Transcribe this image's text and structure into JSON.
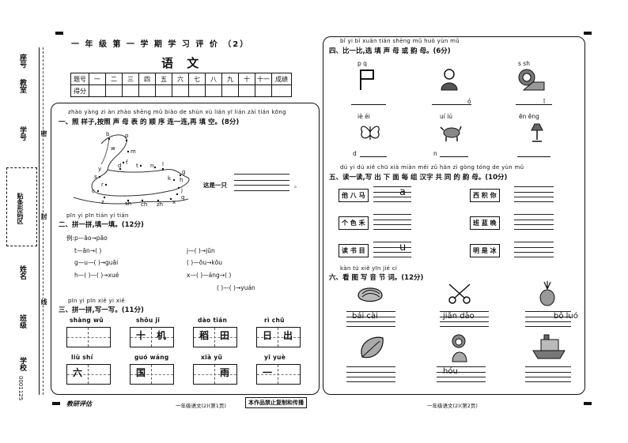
{
  "header": {
    "title": "一 年 级 第 一 学 期 学 习 评 价 （2）",
    "subject": "语 文"
  },
  "side_labels": [
    "座号",
    "教室",
    "学号",
    "班级",
    "姓名",
    "学校"
  ],
  "side_box_label": "贴条形码区",
  "side_code": "0001125",
  "seal_chars": [
    "密",
    "封",
    "线"
  ],
  "score_table": {
    "row1": [
      "题号",
      "一",
      "二",
      "三",
      "四",
      "五",
      "六",
      "七",
      "八",
      "九",
      "十",
      "十一",
      "成绩"
    ],
    "row2_label": "得分"
  },
  "q1": {
    "pinyin": "zhào yàng zi  àn zhào shēng mǔ biǎo de shùn xù lián yī lián zài tián kōng",
    "title": "一、照 样子,按照  声  母 表 的 顺 序 连一连,再 填  空。(8分)",
    "letters": [
      "b",
      "p",
      "m",
      "f",
      "d",
      "t",
      "n",
      "l",
      "g",
      "k",
      "h",
      "j",
      "q",
      "x",
      "z",
      "c",
      "s",
      "zh",
      "ch",
      "sh",
      "r",
      "y",
      "w"
    ],
    "fill_text": "这是一只",
    "end": "。"
  },
  "q2": {
    "pinyin": "pīn yi pīn tián yi tián",
    "title": "二、拼一拼,填一填。(12分)",
    "example": "例:p—āo→pāo",
    "rows": [
      [
        "t—ān→(          )",
        "j—(      )→jūn"
      ],
      [
        "g—u—(      )→guāi",
        "(      )—ōu→kōu"
      ],
      [
        "h—(      )—(      )→xué",
        "x—(      )—áng→(          )"
      ],
      [
        "",
        "(      )—(      )→yuán"
      ]
    ]
  },
  "q3": {
    "pinyin": "pīn yi pīn  xiě yi xiě",
    "title": "三、拼一拼,写一写。(11分)",
    "row1": [
      {
        "py": "shàng  wǔ",
        "chars": [
          "",
          ""
        ]
      },
      {
        "py": "shǒu  jī",
        "chars": [
          "十",
          "机"
        ]
      },
      {
        "py": "dào  tián",
        "chars": [
          "稻",
          "田"
        ]
      },
      {
        "py": "rì  chū",
        "chars": [
          "日",
          "出"
        ]
      }
    ],
    "row2": [
      {
        "py": "liù  shí",
        "chars": [
          "六",
          ""
        ]
      },
      {
        "py": "guó  wáng",
        "chars": [
          "国",
          ""
        ]
      },
      {
        "py": "xià  yǔ",
        "chars": [
          "",
          "雨"
        ]
      },
      {
        "py": "yī  yuè",
        "chars": [
          "一",
          ""
        ]
      }
    ]
  },
  "q4": {
    "pinyin": "bǐ yi bǐ  xuǎn tián shēng mǔ huò yùn mǔ",
    "title": "四、比一比,选 填  声  母 或 韵 母。(6分)",
    "pairs": [
      {
        "opts": "p      q",
        "blank_hint": ""
      },
      {
        "opts": "",
        "blank_hint": "ó"
      },
      {
        "opts": "s      sh",
        "blank_hint": "ī"
      },
      {
        "opts": "iè      éi",
        "blank_hint": "d"
      },
      {
        "opts": "uí      iú",
        "blank_hint": "n"
      },
      {
        "opts": "ēn      ēng",
        "blank_hint": ""
      }
    ]
  },
  "q5": {
    "pinyin": "dú yi dú  xiě chū xià miàn měi zǔ hàn zì gòng tóng de yùn mǔ",
    "title": "五、读一读,写 出 下  面  每 组 汉字 共  同 的 韵 母。(10分)",
    "groups": [
      {
        "text": "他 八 马",
        "answer": "a"
      },
      {
        "text": "西 积 你",
        "answer": ""
      },
      {
        "text": "个 色 禾",
        "answer": ""
      },
      {
        "text": "班 蓝 晚",
        "answer": ""
      },
      {
        "text": "读 书 目",
        "answer": "u"
      },
      {
        "text": "明 是 冰",
        "answer": ""
      }
    ]
  },
  "q6": {
    "pinyin": "kàn tú xiě yīn jié cí",
    "title": "六、看 图 写 音 节 词。(12分)",
    "answers": [
      "bái cài",
      "jiǎn dāo",
      "bō luó",
      "",
      "hóu",
      ""
    ]
  },
  "footer": {
    "left": "教研评估",
    "page1": "一年级语文(2)(第1页)",
    "notice": "本作品禁止复制和传播",
    "page2": "一年级语文(2)(第2页)"
  }
}
